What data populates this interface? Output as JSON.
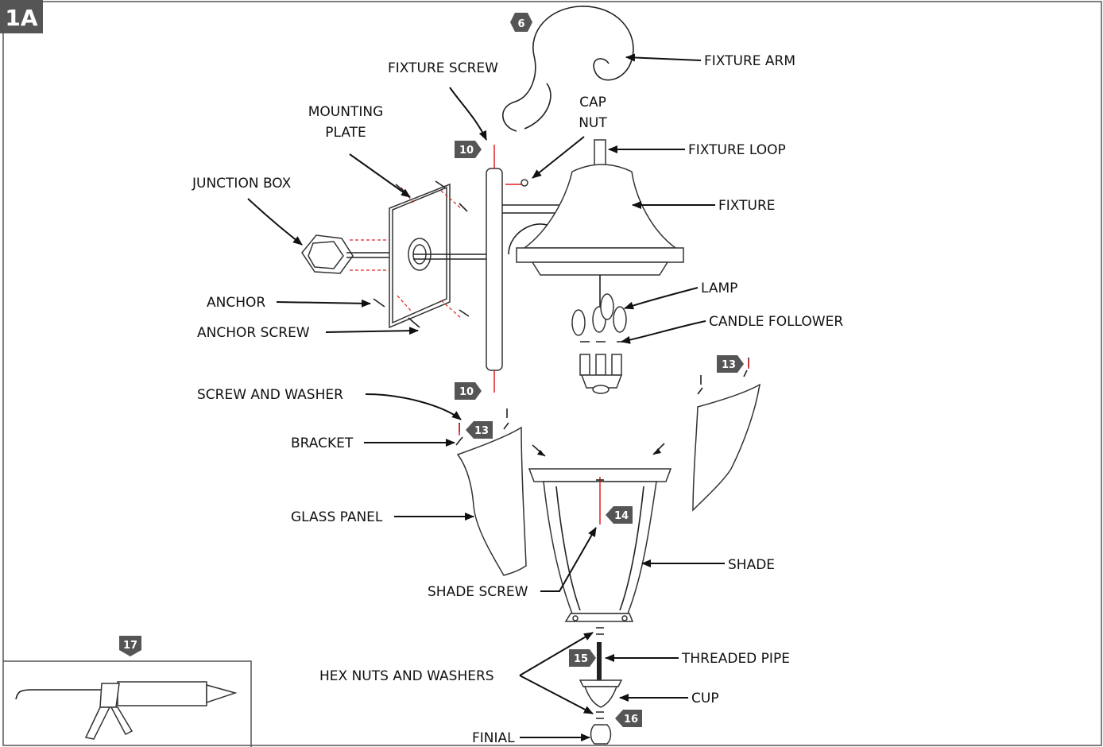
{
  "figure": {
    "id_label": "1A",
    "tool_step": "17"
  },
  "step_badges": {
    "arm": "6",
    "screw_top": "10",
    "screw_bottom": "10",
    "bracket_left": "13",
    "bracket_right": "13",
    "shade_screw": "14",
    "pipe": "15",
    "cup": "16"
  },
  "labels": {
    "fixture_arm": "FIXTURE ARM",
    "fixture_screw": "FIXTURE SCREW",
    "cap_nut_line1": "CAP",
    "cap_nut_line2": "NUT",
    "mounting_plate_line1": "MOUNTING",
    "mounting_plate_line2": "PLATE",
    "fixture_loop": "FIXTURE LOOP",
    "junction_box": "JUNCTION BOX",
    "fixture": "FIXTURE",
    "lamp": "LAMP",
    "anchor": "ANCHOR",
    "candle_follower": "CANDLE FOLLOWER",
    "anchor_screw": "ANCHOR SCREW",
    "screw_and_washer": "SCREW AND WASHER",
    "bracket": "BRACKET",
    "glass_panel": "GLASS PANEL",
    "shade": "SHADE",
    "shade_screw": "SHADE SCREW",
    "threaded_pipe": "THREADED PIPE",
    "hex_nuts_and_washers": "HEX NUTS AND WASHERS",
    "cup": "CUP",
    "finial": "FINIAL"
  }
}
